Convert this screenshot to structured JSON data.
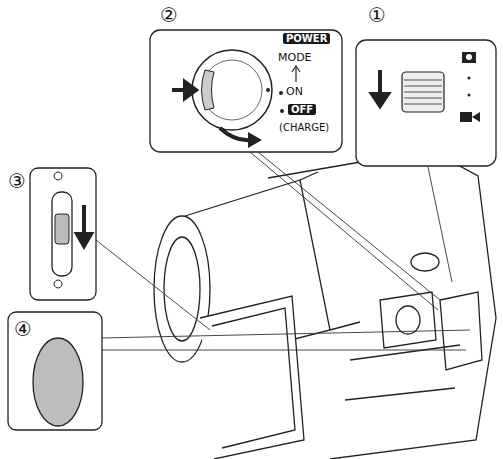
{
  "diagram": {
    "labels": [
      "②",
      "POWER",
      "MODE",
      "ON",
      "OFF",
      "(CHARGE)",
      "①",
      "③",
      "④"
    ]
  }
}
